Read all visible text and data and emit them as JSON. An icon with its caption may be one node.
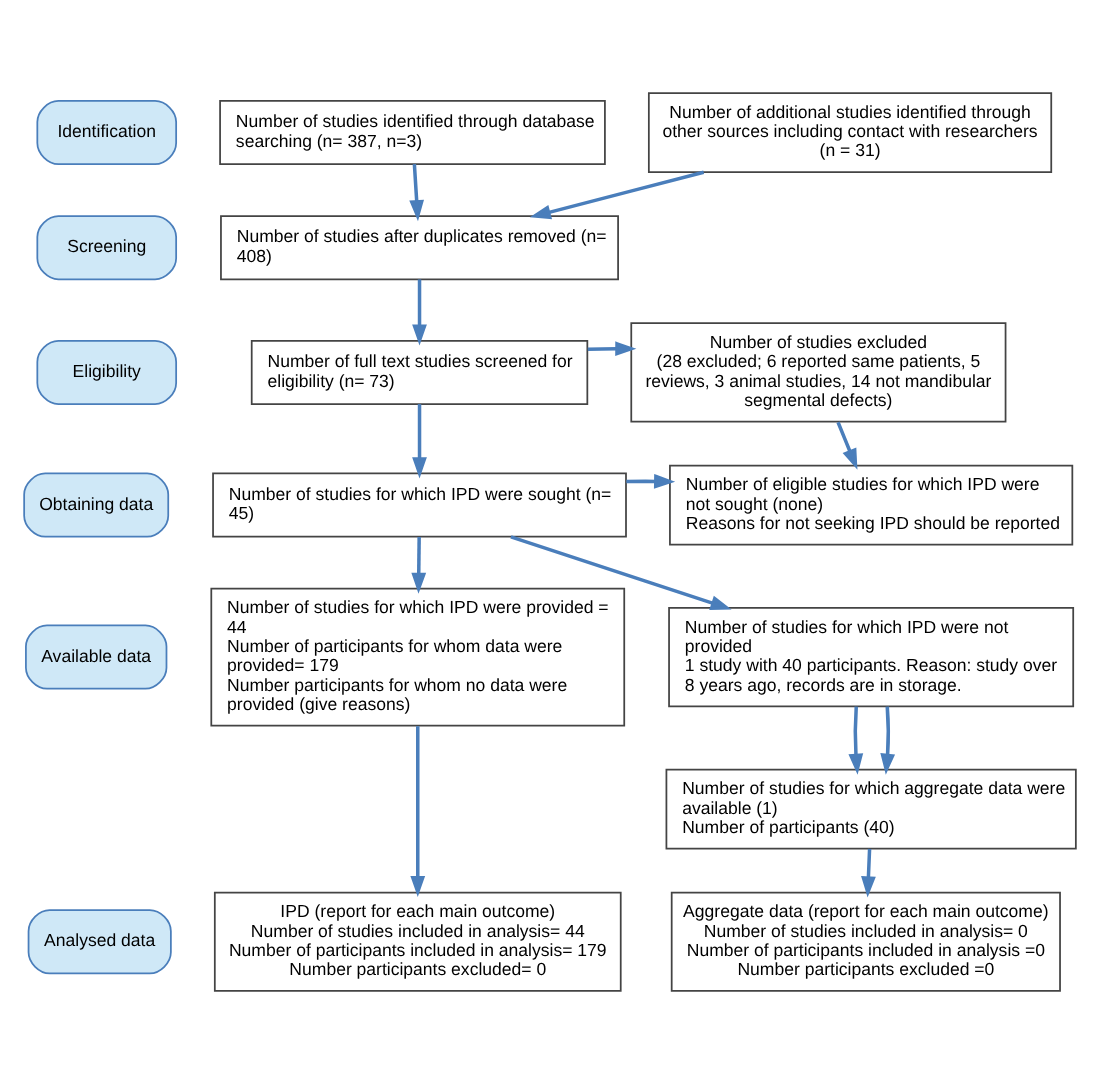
{
  "diagram": {
    "nodes": [
      {
        "text": [
          "Identification"
        ]
      },
      {
        "text": [
          "Number of studies identified through database searching (n= 387, n=3)"
        ]
      },
      {
        "text": [
          "Number of additional studies identified through other sources including contact with researchers",
          "(n = 31)"
        ]
      },
      {
        "text": [
          "Screening"
        ]
      },
      {
        "text": [
          "Number of studies after duplicates removed (n= 408)"
        ]
      },
      {
        "text": [
          "Eligibility"
        ]
      },
      {
        "text": [
          "Number of full text studies screened for eligibility (n= 73)"
        ]
      },
      {
        "text": [
          "Number of studies excluded",
          "(28 excluded; 6 reported same patients, 5 reviews, 3 animal studies, 14 not mandibular segmental defects)"
        ]
      },
      {
        "text": [
          "Obtaining data"
        ]
      },
      {
        "text": [
          "Number of studies for which IPD were sought (n= 45)"
        ]
      },
      {
        "text": [
          "Number of eligible studies for which IPD were not sought (none)",
          "Reasons for not seeking IPD should be reported"
        ]
      },
      {
        "text": [
          "Available data"
        ]
      },
      {
        "text": [
          "Number of studies for which IPD were provided = 44",
          "Number of participants for whom data were provided= 179",
          "Number participants for whom no data were provided (give reasons)"
        ]
      },
      {
        "text": [
          "Number of studies for which IPD were not provided",
          "1 study with 40 participants. Reason: study over 8 years ago, records are in storage."
        ]
      },
      {
        "text": [
          "Number of studies for which aggregate data were available (1)",
          "Number of participants (40)"
        ]
      },
      {
        "text": [
          "Analysed data"
        ]
      },
      {
        "text": [
          "IPD (report for each main outcome)",
          "Number of studies included in analysis= 44",
          "Number of participants included in analysis= 179",
          "Number participants excluded= 0"
        ]
      },
      {
        "text": [
          "Aggregate data (report for each main outcome)",
          "Number of studies included in analysis= 0",
          "Number of participants included in analysis =0",
          "Number participants excluded =0"
        ]
      }
    ],
    "edges": [
      {
        "from": 1,
        "to": 4,
        "arrow": "to"
      },
      {
        "from": 2,
        "to": 4,
        "arrow": "to"
      },
      {
        "from": 4,
        "to": 6,
        "arrow": "to"
      },
      {
        "from": 6,
        "to": 7,
        "arrow": "to"
      },
      {
        "from": 7,
        "to": 10,
        "arrow": "to"
      },
      {
        "from": 6,
        "to": 9,
        "arrow": "to"
      },
      {
        "from": 9,
        "to": 10,
        "arrow": "to"
      },
      {
        "from": 9,
        "to": 12,
        "arrow": "to"
      },
      {
        "from": 9,
        "to": 13,
        "arrow": "to"
      },
      {
        "from": 13,
        "to": 14,
        "arrow": "to"
      },
      {
        "from": 13,
        "to": 14,
        "arrow": "to"
      },
      {
        "from": 12,
        "to": 16,
        "arrow": "to"
      },
      {
        "from": 14,
        "to": 17,
        "arrow": "to"
      }
    ]
  }
}
